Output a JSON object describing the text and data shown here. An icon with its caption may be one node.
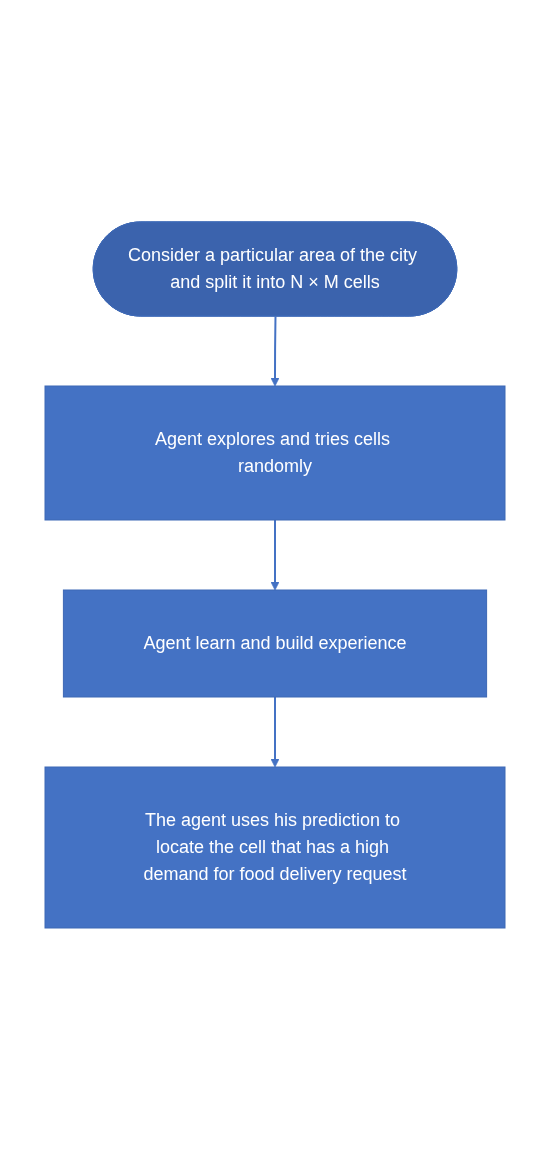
{
  "diagram": {
    "nodes": [
      {
        "text": [
          "Consider a particular area of the city and split it into N × M cells"
        ]
      },
      {
        "text": [
          "Agent explores and tries cells randomly"
        ]
      },
      {
        "text": [
          "Agent learn and build experience"
        ]
      },
      {
        "text": [
          "The agent uses his prediction to locate the cell that has a high demand for food delivery request"
        ]
      }
    ],
    "edges": [
      {
        "from": 0,
        "to": 1,
        "arrow": "to"
      },
      {
        "from": 1,
        "to": 2,
        "arrow": "to"
      },
      {
        "from": 2,
        "to": 3,
        "arrow": "to"
      }
    ]
  }
}
